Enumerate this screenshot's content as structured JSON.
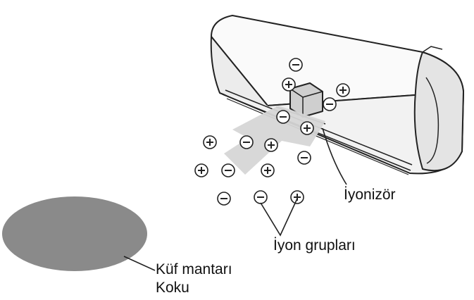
{
  "labels": {
    "ionizer": "İyonizör",
    "ion_groups": "İyon grupları",
    "mold": "Küf mantarı",
    "odor": "Koku"
  },
  "colors": {
    "outline": "#222222",
    "unit_body": "#f2f2f2",
    "unit_shade": "#d4d4d4",
    "airflow": "#d6d6d6",
    "mold_spot": "#8a8a8a"
  },
  "icons": {
    "plus_ion": "plus-ion-icon",
    "minus_ion": "minus-ion-icon"
  }
}
